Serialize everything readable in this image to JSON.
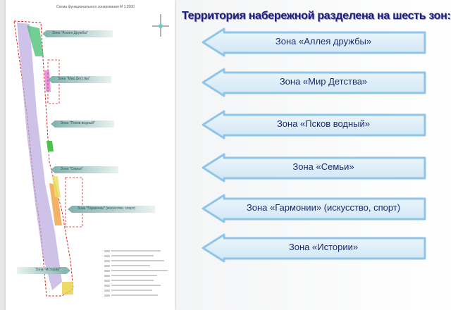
{
  "heading": "Территория набережной разделена на шесть зон:",
  "zones": [
    {
      "label": "Зона «Аллея дружбы»"
    },
    {
      "label": "Зона «Мир Детства»"
    },
    {
      "label": "Зона «Псков водный»"
    },
    {
      "label": "Зона «Семьи»"
    },
    {
      "label": "Зона «Гармонии» (искусство, спорт)"
    },
    {
      "label": "Зона «Истории»"
    }
  ],
  "map": {
    "title": "Схема функционального зонирования М 1:2000",
    "callouts": [
      "Зона \"Аллея Дружбы\"",
      "Зона \"Мир Детства\"",
      "Зона \"Псков водный\"",
      "Зона \"Семьи\"",
      "Зона \"Гармонии\" (искусство, спорт)",
      "Зона \"Истории\""
    ]
  },
  "colors": {
    "arrow_fill": "#dcedf8",
    "arrow_stroke": "#8ec5e8",
    "heading": "#1e1e7a"
  }
}
